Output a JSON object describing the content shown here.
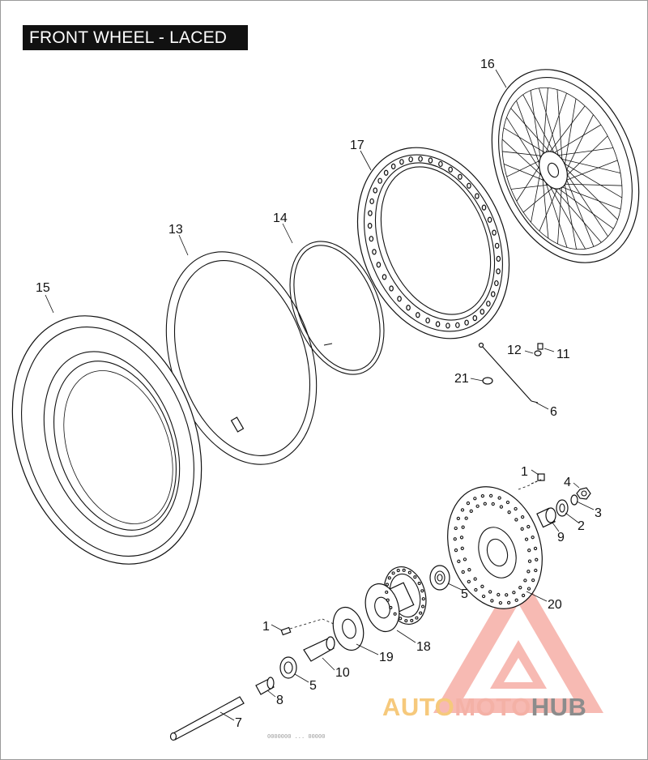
{
  "title": "FRONT WHEEL - LACED",
  "callouts": [
    "16",
    "17",
    "13",
    "14",
    "15",
    "12",
    "11",
    "21",
    "6",
    "1",
    "4",
    "3",
    "2",
    "9",
    "5",
    "20",
    "1",
    "18",
    "19",
    "10",
    "5",
    "8",
    "7"
  ],
  "watermark": {
    "part_a": "AUTO",
    "part_b": "MOTO",
    "part_c": "HUB",
    "colors": {
      "auto": "#f6c97c",
      "moto": "#f4b1a6",
      "hub": "#8c8c8c",
      "logo": "#f08a80"
    }
  },
  "footer_code": "0000000 ... 00000"
}
